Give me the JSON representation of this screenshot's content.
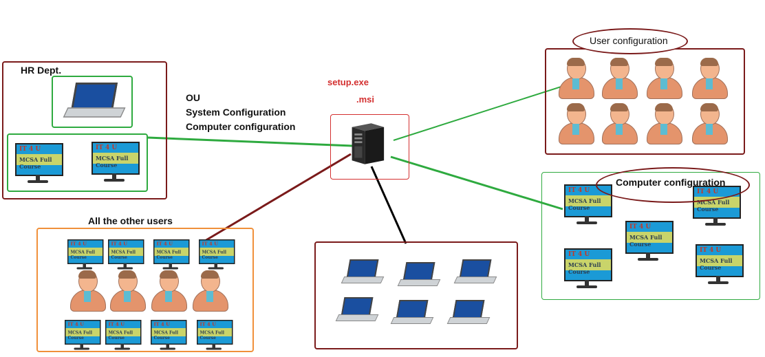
{
  "labels": {
    "hr_dept": "HR Dept.",
    "ou_lines": [
      "OU",
      "System Configuration",
      "Computer configuration"
    ],
    "setup_exe": "setup.exe",
    "msi": ".msi",
    "user_configuration": "User configuration",
    "computer_configuration": "Computer configuration",
    "all_other_users": "All the other users"
  },
  "monitor_screen": {
    "brand": "IT 4 U",
    "course": "MCSA Full Course"
  },
  "colors": {
    "hr_box": "#7a1a1a",
    "green": "#2eaa3f",
    "orange": "#f0903a",
    "maroon": "#7a1a1a",
    "red_text": "#d32f2f"
  }
}
